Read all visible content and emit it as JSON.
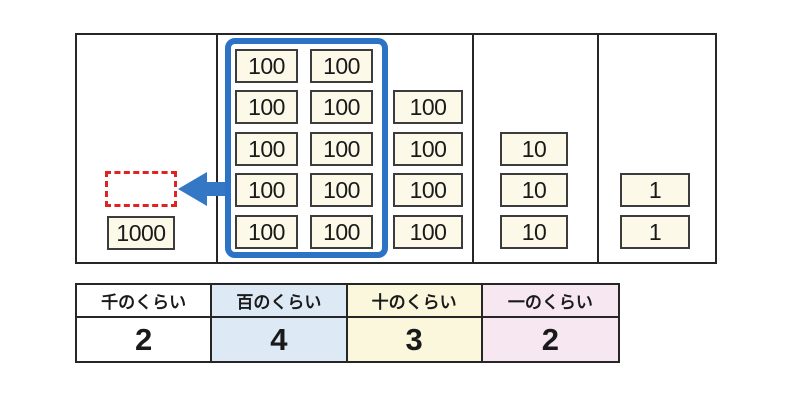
{
  "board": {
    "columns": {
      "thousands": {
        "cards": [
          "1000"
        ],
        "has_empty_placeholder": true
      },
      "hundreds": {
        "framed_cards": [
          "100",
          "100",
          "100",
          "100",
          "100",
          "100",
          "100",
          "100",
          "100",
          "100"
        ],
        "loose_cards": [
          "100",
          "100",
          "100",
          "100"
        ]
      },
      "tens": {
        "cards": [
          "10",
          "10",
          "10"
        ]
      },
      "ones": {
        "cards": [
          "1",
          "1"
        ]
      }
    }
  },
  "place_value_table": {
    "columns": [
      {
        "header": "千のくらい",
        "value": "2",
        "bg": "#ffffff"
      },
      {
        "header": "百のくらい",
        "value": "4",
        "bg": "#dde9f5"
      },
      {
        "header": "十のくらい",
        "value": "3",
        "bg": "#faf7dc"
      },
      {
        "header": "一のくらい",
        "value": "2",
        "bg": "#f6e7f0"
      }
    ]
  },
  "colors": {
    "card_bg": "#fcf9e8",
    "card_border": "#3c3c3c",
    "frame_blue": "#2d73c5",
    "arrow_blue": "#3377c5",
    "placeholder_red": "#e02222",
    "line": "#262626"
  }
}
